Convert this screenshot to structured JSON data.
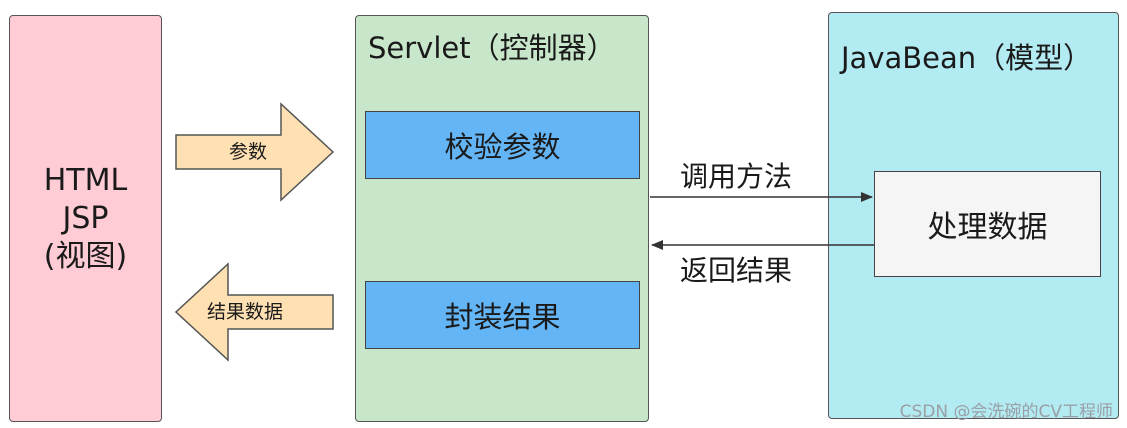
{
  "view": {
    "label": "HTML\nJSP\n(视图)",
    "color": "#ffccd5"
  },
  "controller": {
    "title": "Servlet（控制器）",
    "color": "#c8e6c9",
    "boxes": {
      "validate": "校验参数",
      "wrap": "封装结果"
    },
    "box_color": "#64b5f6"
  },
  "model": {
    "title": "JavaBean（模型）",
    "color": "#b3ebf2",
    "process": "处理数据"
  },
  "arrows": {
    "params": "参数",
    "result_data": "结果数据",
    "fill": "#ffe0b2"
  },
  "connectors": {
    "call": "调用方法",
    "return": "返回结果"
  },
  "watermark": "CSDN @会洗碗的CV工程师"
}
